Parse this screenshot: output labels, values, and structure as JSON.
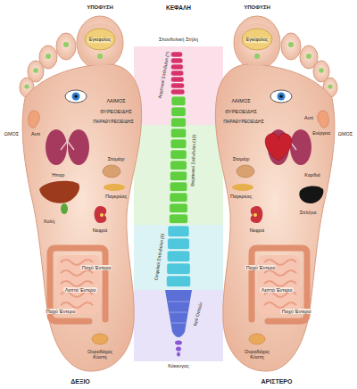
{
  "diagram": {
    "labels": [
      "ΥΠΟΦΥΣΗ",
      "ΚΕΦΑΛΗ",
      "ΥΠΟΦΥΣΗ",
      "Εγκέφαλος",
      "Σπονδυλική Στήλη",
      "Εγκέφαλος",
      "Αυχενικοί Σπόνδυλοι (7)",
      "ΛΑΙΜΟΣ",
      "ΛΑΙΜΟΣ",
      "ΘΥΡΕΟΕΙΔΗΣ",
      "ΘΥΡΕΟΕΙΔΗΣ",
      "Αυτί",
      "ΠΑΡΑΘΥΡΕΟΕΙΔΗΣ",
      "ΠΑΡΑΘΥΡΕΟΕΙΔΗΣ",
      "Αυτί",
      "ΩΜΟΣ",
      "Ενέργεια",
      "ΩΜΟΣ",
      "Θωρακικοί Σπόνδυλοι (12)",
      "Στομάχι",
      "Στομάχι",
      "Καρδιά",
      "Ήπαρ",
      "Παγκρέας",
      "Παγκρέας",
      "Σπλήνα",
      "Χολή",
      "Νεφρά",
      "Νεφρά",
      "Οσφυϊκοί Σπόνδυλοι (5)",
      "Παχύ Έντερο",
      "Παχύ Έντερο",
      "Λεπτό Έντερο",
      "Λεπτό Έντερο",
      "Παχύ Έντερο",
      "Παχύ Έντερο",
      "Ιερό Οστούν",
      "Ουροδόχος Κύστη",
      "Ουροδόχος Κύστη",
      "Κόκκυγας",
      "ΔΕΞΙΟ",
      "ΑΡΙΣΤΕΡΟ"
    ]
  }
}
